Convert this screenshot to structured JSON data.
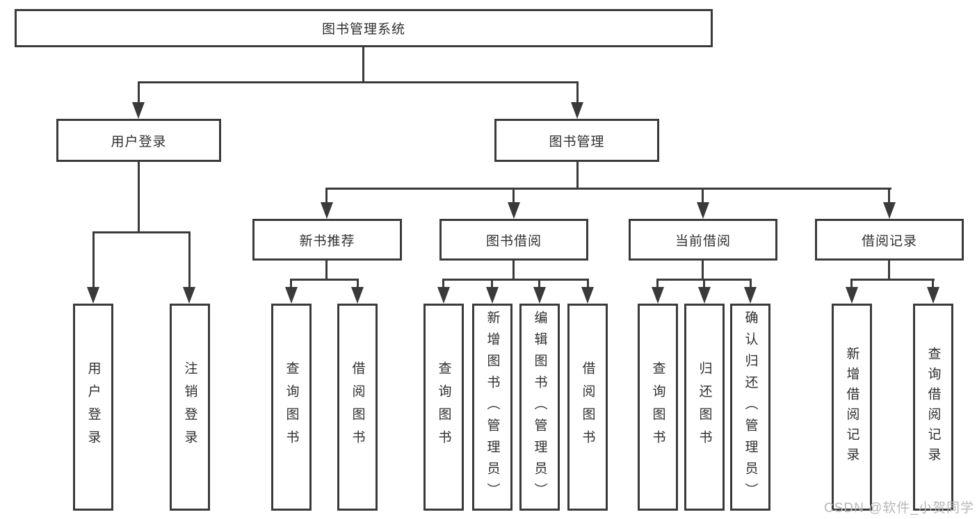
{
  "colors": {
    "line": "#3a3a3a",
    "text": "#2f2f2f",
    "watermark": "#b7b7b7",
    "background": "#ffffff"
  },
  "root": {
    "label": "图书管理系统"
  },
  "level1": {
    "user_login": {
      "label": "用户登录"
    },
    "book_mgmt": {
      "label": "图书管理"
    }
  },
  "level2": {
    "new_rec": {
      "label": "新书推荐"
    },
    "book_borrow": {
      "label": "图书借阅"
    },
    "current_borrow": {
      "label": "当前借阅"
    },
    "borrow_record": {
      "label": "借阅记录"
    }
  },
  "leaves": {
    "user_login": {
      "label": "用户登录"
    },
    "logout": {
      "label": "注销登录"
    },
    "query_book_newrec": {
      "label": "查询图书"
    },
    "borrow_book_newrec": {
      "label": "借阅图书"
    },
    "query_book_borrow": {
      "label": "查询图书"
    },
    "add_book": {
      "label": "新增图书（管理员）"
    },
    "edit_book": {
      "label": "编辑图书（管理员）"
    },
    "borrow_book_borrow": {
      "label": "借阅图书"
    },
    "query_book_current": {
      "label": "查询图书"
    },
    "return_book": {
      "label": "归还图书"
    },
    "confirm_return": {
      "label": "确认归还（管理员）"
    },
    "add_record": {
      "label": "新增借阅记录"
    },
    "query_record": {
      "label": "查询借阅记录"
    }
  },
  "structure": {
    "图书管理系统": [
      "用户登录",
      "图书管理"
    ],
    "用户登录": [
      "用户登录",
      "注销登录"
    ],
    "图书管理": [
      "新书推荐",
      "图书借阅",
      "当前借阅",
      "借阅记录"
    ],
    "新书推荐": [
      "查询图书",
      "借阅图书"
    ],
    "图书借阅": [
      "查询图书",
      "新增图书（管理员）",
      "编辑图书（管理员）",
      "借阅图书"
    ],
    "当前借阅": [
      "查询图书",
      "归还图书",
      "确认归还（管理员）"
    ],
    "借阅记录": [
      "新增借阅记录",
      "查询借阅记录"
    ]
  },
  "watermark": {
    "text": "CSDN @软件_小贺同学"
  }
}
